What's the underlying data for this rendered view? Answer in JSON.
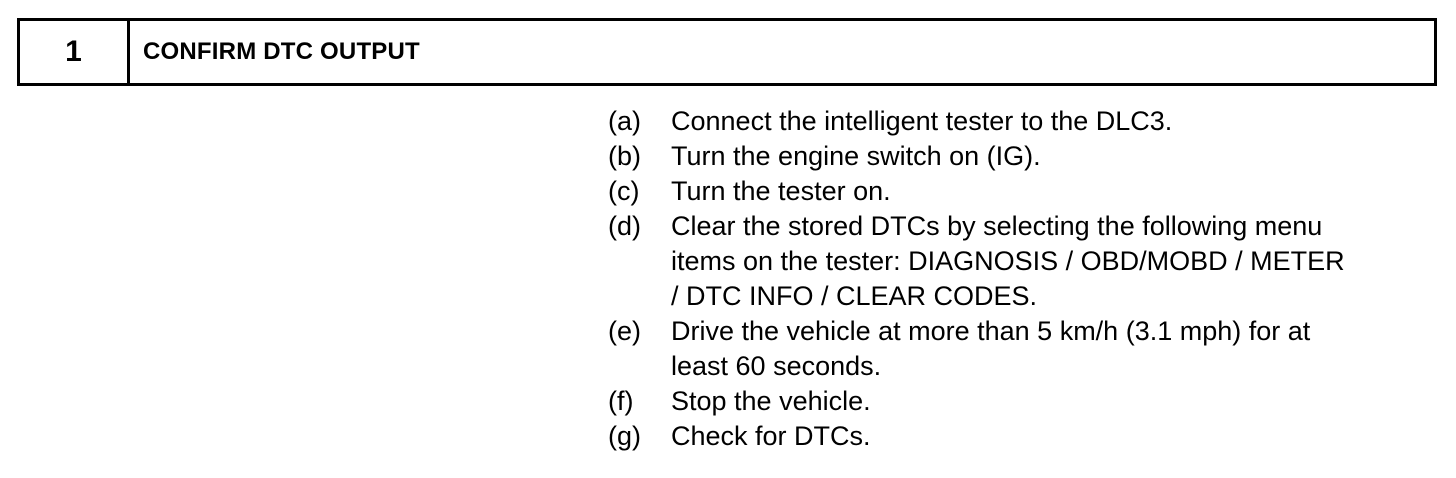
{
  "header": {
    "step_number": "1",
    "title": "CONFIRM DTC OUTPUT"
  },
  "procedure": {
    "items": [
      {
        "letter": "(a)",
        "text": "Connect the intelligent tester to the DLC3."
      },
      {
        "letter": "(b)",
        "text": "Turn the engine switch on (IG)."
      },
      {
        "letter": "(c)",
        "text": "Turn the tester on."
      },
      {
        "letter": "(d)",
        "lines": [
          "Clear the stored DTCs by selecting the following menu",
          "items on the tester: DIAGNOSIS / OBD/MOBD / METER",
          "/ DTC INFO / CLEAR CODES."
        ]
      },
      {
        "letter": "(e)",
        "lines": [
          "Drive the vehicle at more than 5 km/h (3.1 mph) for at",
          "least 60 seconds."
        ]
      },
      {
        "letter": "(f)",
        "text": "Stop the vehicle."
      },
      {
        "letter": "(g)",
        "text": "Check for DTCs."
      }
    ]
  }
}
